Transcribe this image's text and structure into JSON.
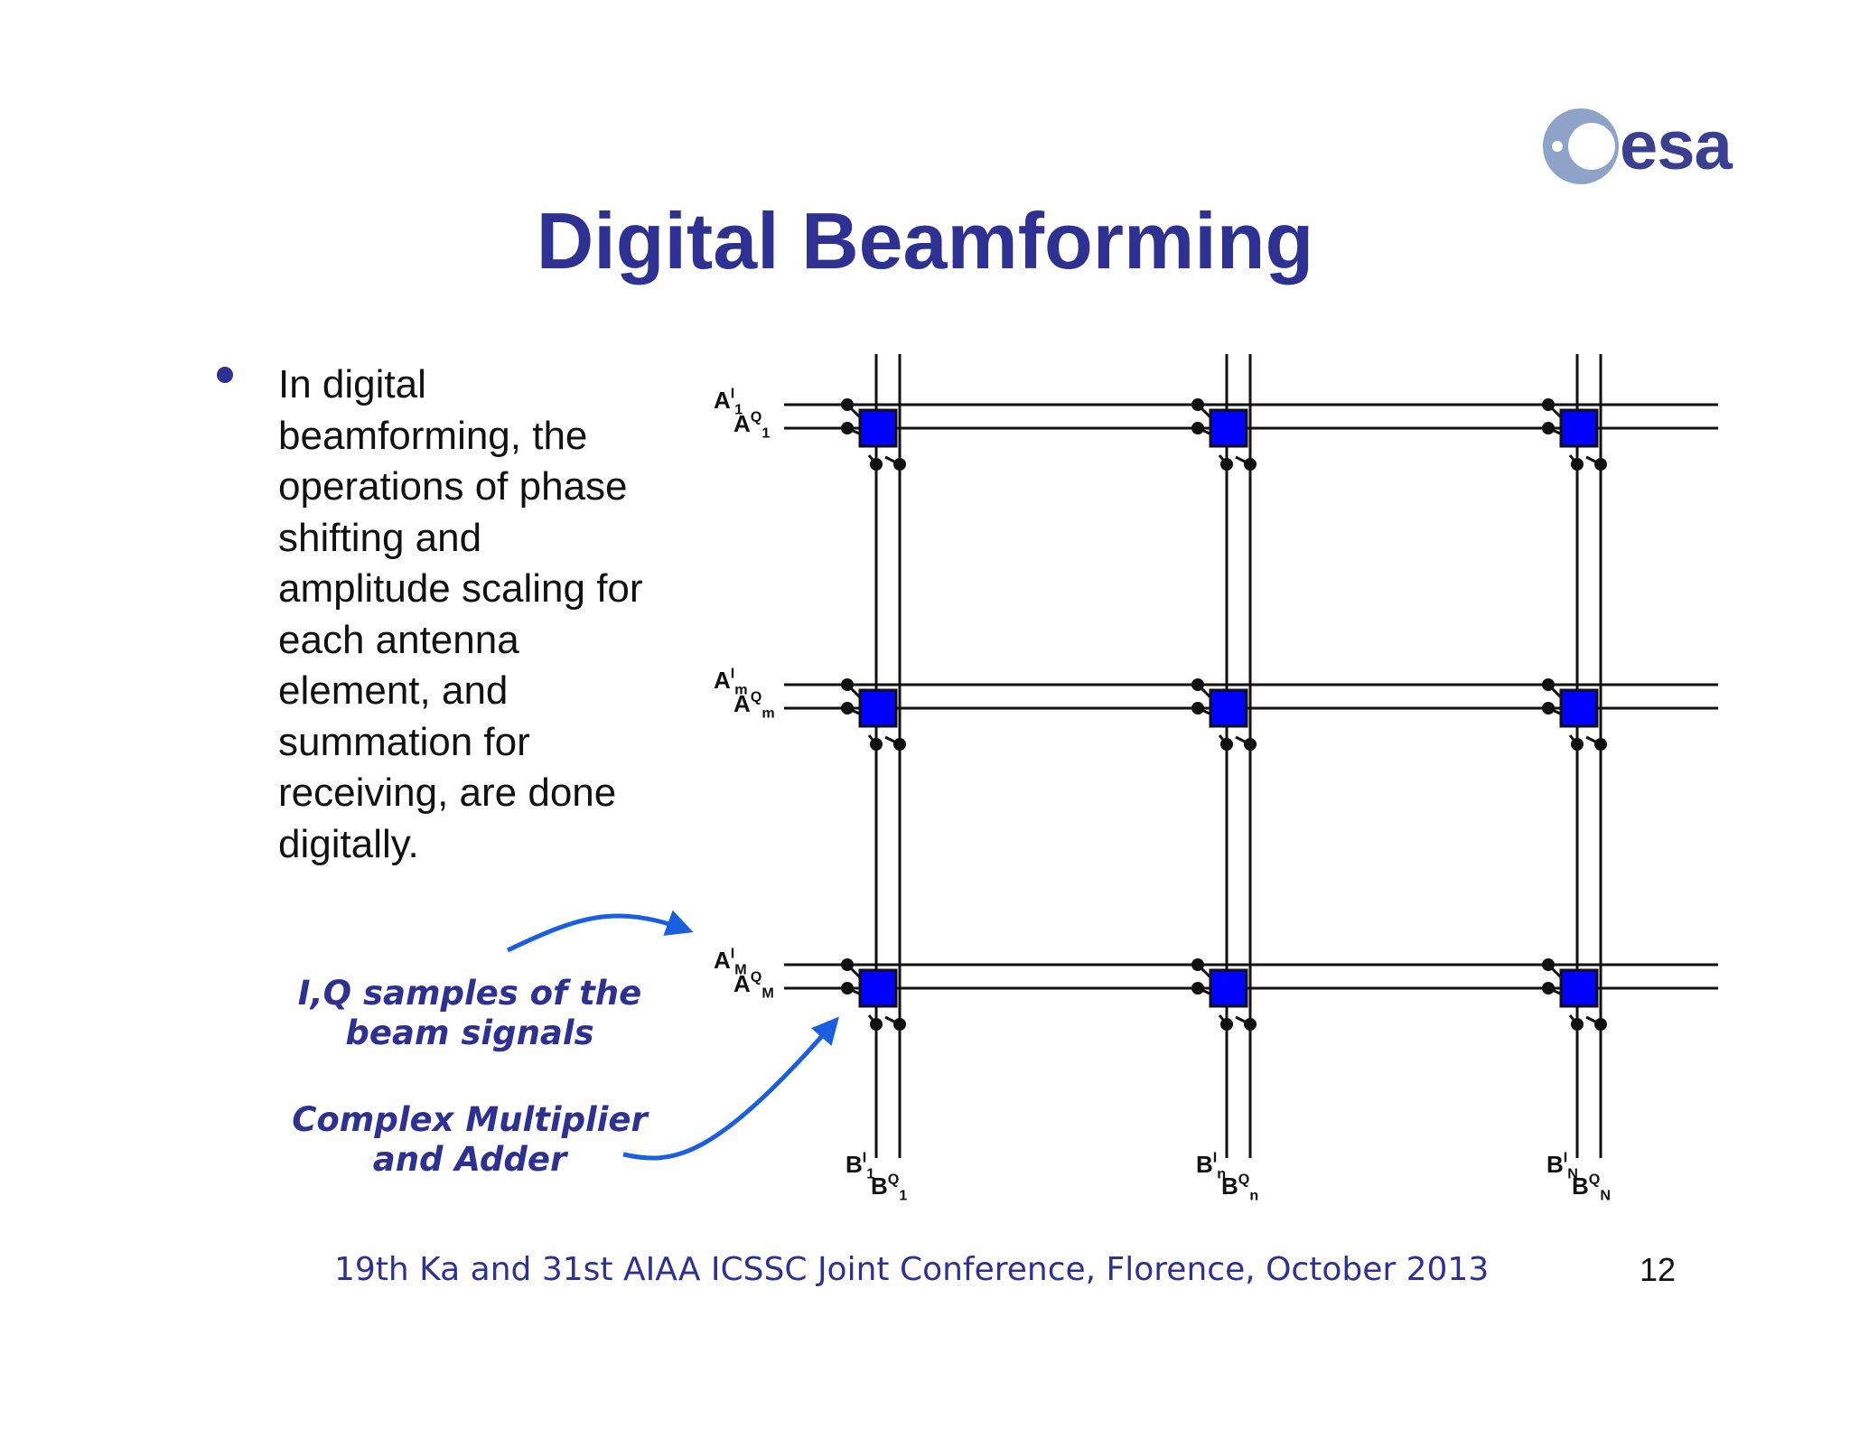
{
  "header": {
    "logo_text": "esa",
    "title": "Digital Beamforming"
  },
  "bullet": {
    "lines": [
      "In digital",
      "beamforming, the",
      "operations of phase",
      "shifting and",
      "amplitude scaling for",
      "each antenna",
      "element, and",
      "summation for",
      "receiving, are done",
      "digitally."
    ]
  },
  "callouts": {
    "iq_samples": [
      "I,Q samples of the",
      "beam signals"
    ],
    "complex_multiplier": [
      "Complex Multiplier",
      "and Adder"
    ]
  },
  "diagram": {
    "row_labels": [
      {
        "i_base": "A",
        "i_sup": "I",
        "i_sub": "1",
        "q_base": "A",
        "q_sup": "Q",
        "q_sub": "1"
      },
      {
        "i_base": "A",
        "i_sup": "I",
        "i_sub": "m",
        "q_base": "A",
        "q_sup": "Q",
        "q_sub": "m"
      },
      {
        "i_base": "A",
        "i_sup": "I",
        "i_sub": "M",
        "q_base": "A",
        "q_sup": "Q",
        "q_sub": "M"
      }
    ],
    "col_labels": [
      {
        "i_base": "B",
        "i_sup": "I",
        "i_sub": "1",
        "q_base": "B",
        "q_sup": "Q",
        "q_sub": "1"
      },
      {
        "i_base": "B",
        "i_sup": "I",
        "i_sub": "n",
        "q_base": "B",
        "q_sup": "Q",
        "q_sub": "n"
      },
      {
        "i_base": "B",
        "i_sup": "I",
        "i_sub": "N",
        "q_base": "B",
        "q_sup": "Q",
        "q_sub": "N"
      }
    ],
    "colors": {
      "line": "#111111",
      "node": "#0000ff",
      "arrow": "#1a5fe0"
    }
  },
  "footer": {
    "text": "19th Ka and 31st AIAA ICSSC Joint Conference, Florence, October 2013",
    "page_number": "12"
  },
  "colors": {
    "title": "#2e3192",
    "logo": "#3b3f8f",
    "callout": "#2e3192"
  }
}
